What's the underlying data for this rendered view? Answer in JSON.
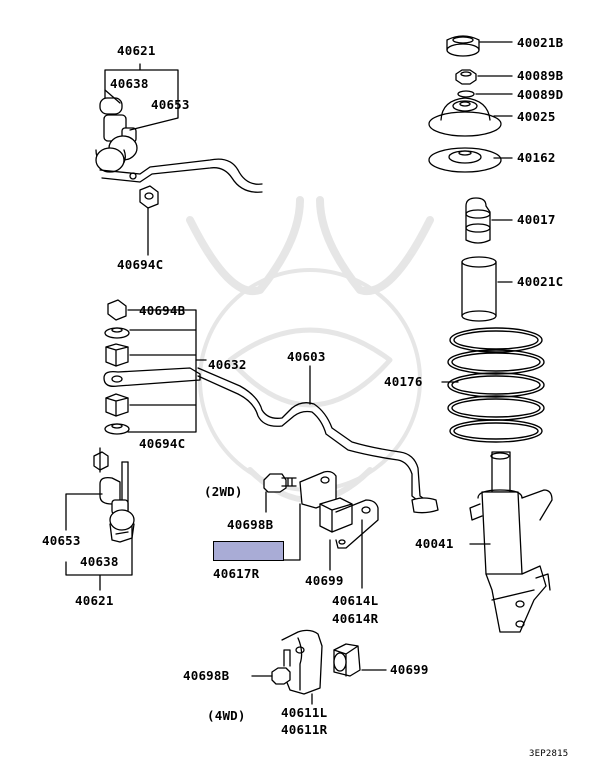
{
  "labels": {
    "p40621_top": "40621",
    "p40638_top": "40638",
    "p40653_top": "40653",
    "p40694c_top": "40694C",
    "p40694b": "40694B",
    "p40632": "40632",
    "p40603": "40603",
    "p40694c_mid": "40694C",
    "p40653_bot": "40653",
    "p40638_bot": "40638",
    "p40621_bot": "40621",
    "note_2wd": "(2WD)",
    "p40698b_top": "40698B",
    "p40617r": "40617R",
    "p40699_top": "40699",
    "p40614l": "40614L",
    "p40614r": "40614R",
    "p40698b_bot": "40698B",
    "p40699_bot": "40699",
    "note_4wd": "(4WD)",
    "p40611l": "40611L",
    "p40611r": "40611R",
    "p40021b": "40021B",
    "p40089b": "40089B",
    "p40089d": "40089D",
    "p40025": "40025",
    "p40162": "40162",
    "p40017": "40017",
    "p40021c": "40021C",
    "p40176": "40176",
    "p40041": "40041",
    "diagram_code": "3EP2815"
  },
  "highlight_color": "#a9acd6"
}
